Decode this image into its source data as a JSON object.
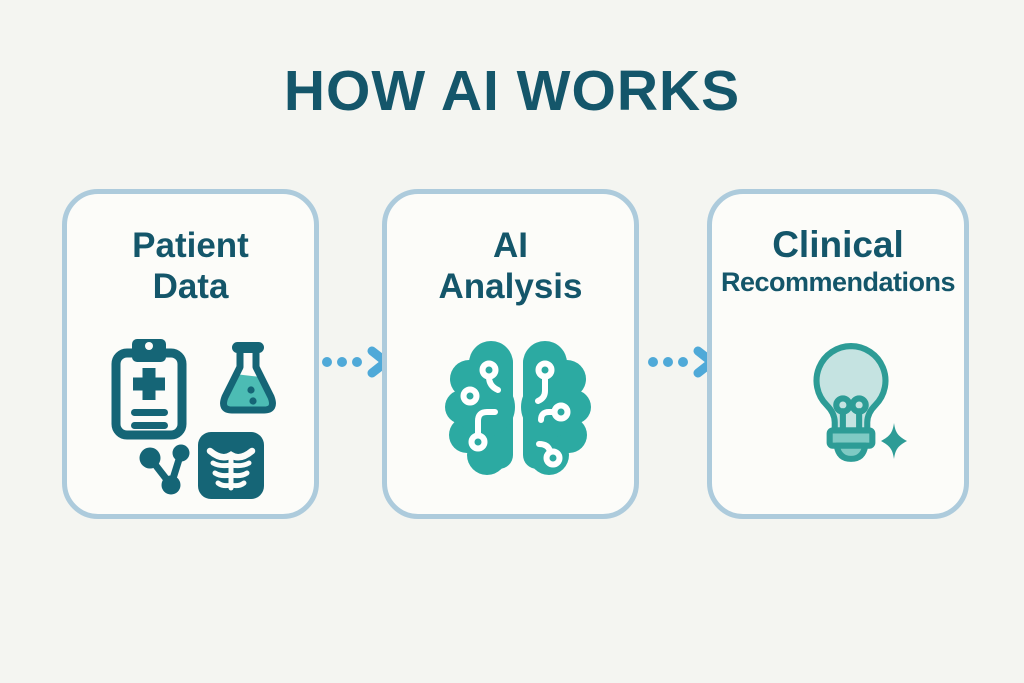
{
  "title": "HOW AI WORKS",
  "steps": [
    {
      "name": "patient-data",
      "line1": "Patient",
      "line2": "Data",
      "icons": [
        "clipboard-medical-icon",
        "lab-flask-icon",
        "molecule-icon",
        "xray-icon"
      ]
    },
    {
      "name": "ai-analysis",
      "line1": "AI",
      "line2": "Analysis",
      "icons": [
        "brain-circuit-icon"
      ]
    },
    {
      "name": "clinical-recommendations",
      "line1": "Clinical",
      "line2": "Recommendations",
      "icons": [
        "lightbulb-icon",
        "sparkle-icon"
      ]
    }
  ],
  "connectors": [
    {
      "type": "dotted-arrow-right"
    },
    {
      "type": "dotted-arrow-right"
    }
  ],
  "colors": {
    "background": "#f4f5f1",
    "card_background": "#fcfcf9",
    "card_border": "#adcbdc",
    "heading_text": "#14566a",
    "icon_dark_teal": "#156576",
    "icon_teal": "#2caaa2",
    "icon_light_teal": "#c5e3e1",
    "lightbulb_base_teal": "#7fcac4",
    "arrow_blue": "#4fa9d8"
  }
}
